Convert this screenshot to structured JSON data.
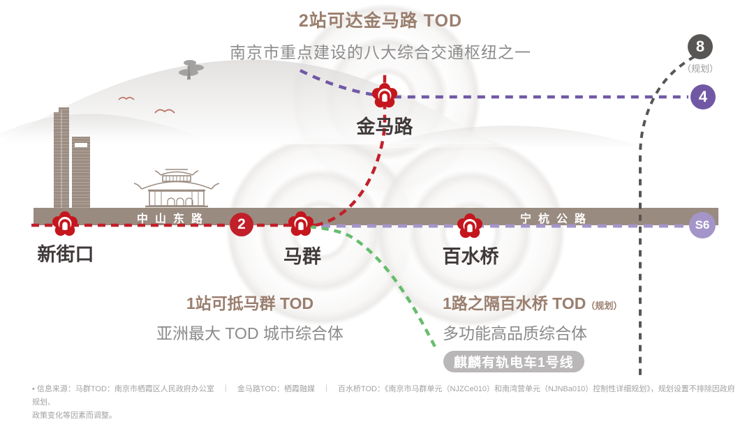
{
  "title": {
    "heading": "2站可达金马路 TOD",
    "subheading": "南京市重点建设的八大综合交通枢纽之一"
  },
  "roads": {
    "zhongshan_east": "中山东路",
    "ninghang_highway": "宁杭公路"
  },
  "stations": {
    "xinjiekou": "新街口",
    "maqun": "马群",
    "jinmalu": "金马路",
    "baishuiqiao": "百水桥"
  },
  "badges": {
    "line2": "2",
    "line4": "4",
    "line8": "8",
    "line8_note": "（规划）",
    "s6": "S6"
  },
  "tram": {
    "label": "麒麟有轨电车1号线"
  },
  "annotations": {
    "maqun": {
      "heading": "1站可抵马群 TOD",
      "subheading": "亚洲最大 TOD 城市综合体"
    },
    "baishuiqiao": {
      "heading": "1路之隔百水桥 TOD",
      "note": "（规划）",
      "subheading": "多功能高品质综合体"
    }
  },
  "footer": {
    "line1": "• 信息来源：马群TOD：南京市栖霞区人民政府办公室　｜　金马路TOD：栖霞融媒　｜　百水桥TOD：《南京市马群单元（NJZCe010）和南湾营单元（NJNBa010）控制性详细规划》，规划设置不排除因政府规划、",
    "line2": "政策变化等因素而调整。"
  },
  "colors": {
    "line2_red": "#c1202b",
    "line4_purple": "#7158a5",
    "line8_gray": "#585655",
    "s6_lavender": "#a495c9",
    "tram_green": "#66bd6d",
    "road_bar_taupe": "#9a8b80",
    "accent_brown": "#9a7e6e",
    "metro_logo_red": "#c5161d"
  }
}
